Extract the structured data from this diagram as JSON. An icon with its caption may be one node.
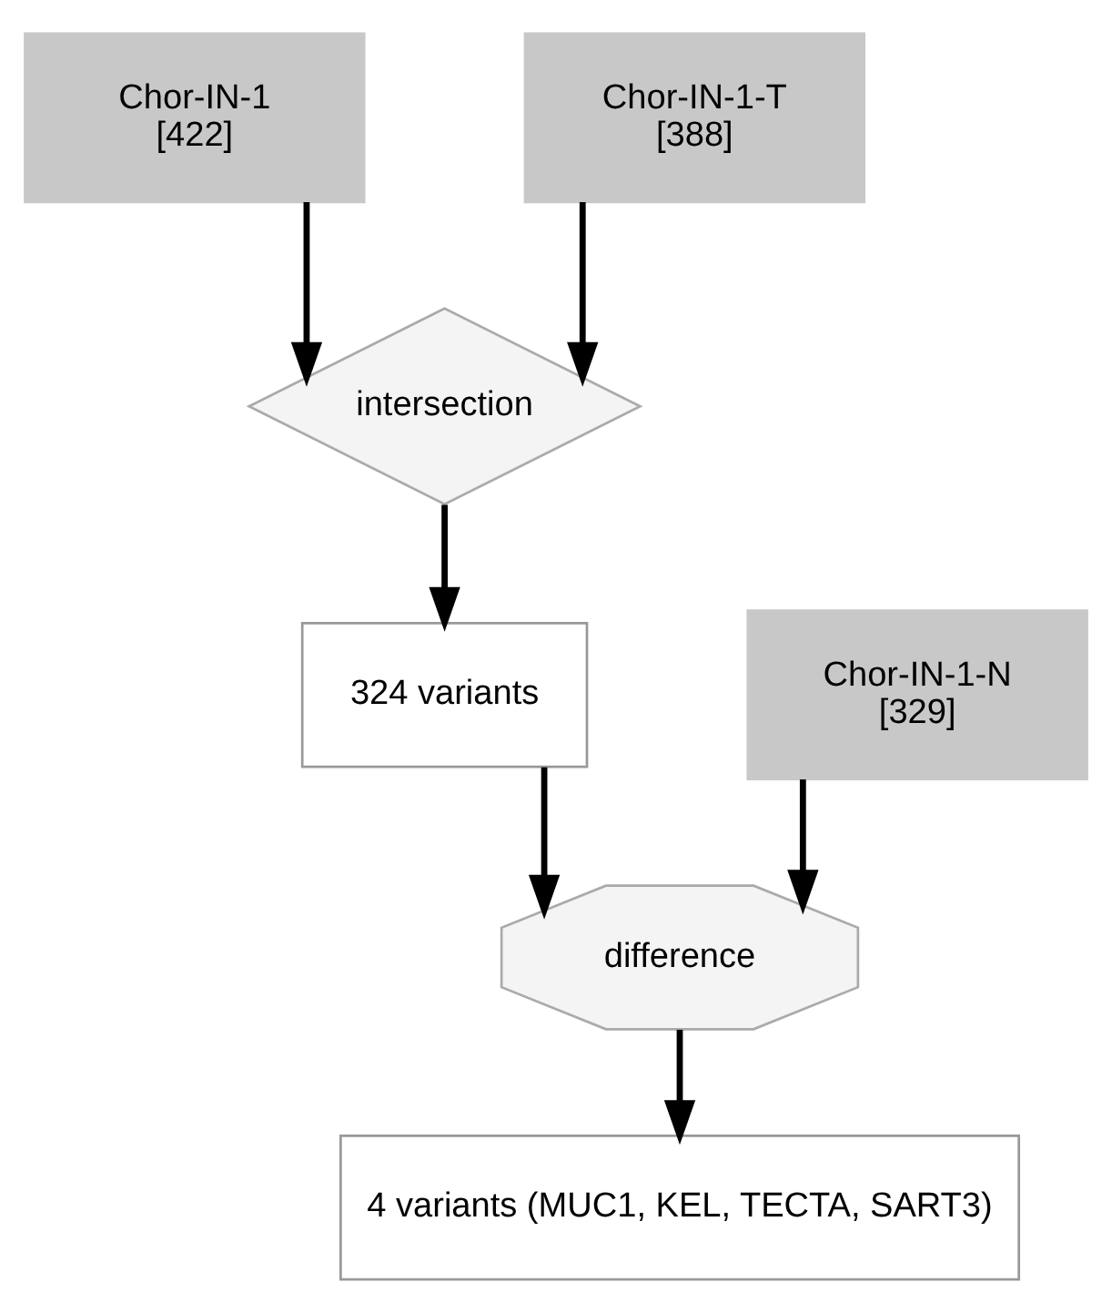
{
  "diagram": {
    "nodes": [
      {
        "text": [
          "Chor-IN-1",
          "[422]"
        ]
      },
      {
        "text": [
          "Chor-IN-1-T",
          "[388]"
        ]
      },
      {
        "text": [
          "intersection"
        ]
      },
      {
        "text": [
          "324 variants"
        ]
      },
      {
        "text": [
          "Chor-IN-1-N",
          "[329]"
        ]
      },
      {
        "text": [
          "difference"
        ]
      },
      {
        "text": [
          "4 variants (MUC1, KEL, TECTA, SART3)"
        ]
      }
    ],
    "edges": [
      {
        "from": 0,
        "to": 2,
        "arrow": "to"
      },
      {
        "from": 1,
        "to": 2,
        "arrow": "to"
      },
      {
        "from": 2,
        "to": 3,
        "arrow": "to"
      },
      {
        "from": 3,
        "to": 5,
        "arrow": "to"
      },
      {
        "from": 4,
        "to": 5,
        "arrow": "to"
      },
      {
        "from": 5,
        "to": 6,
        "arrow": "to"
      }
    ]
  }
}
